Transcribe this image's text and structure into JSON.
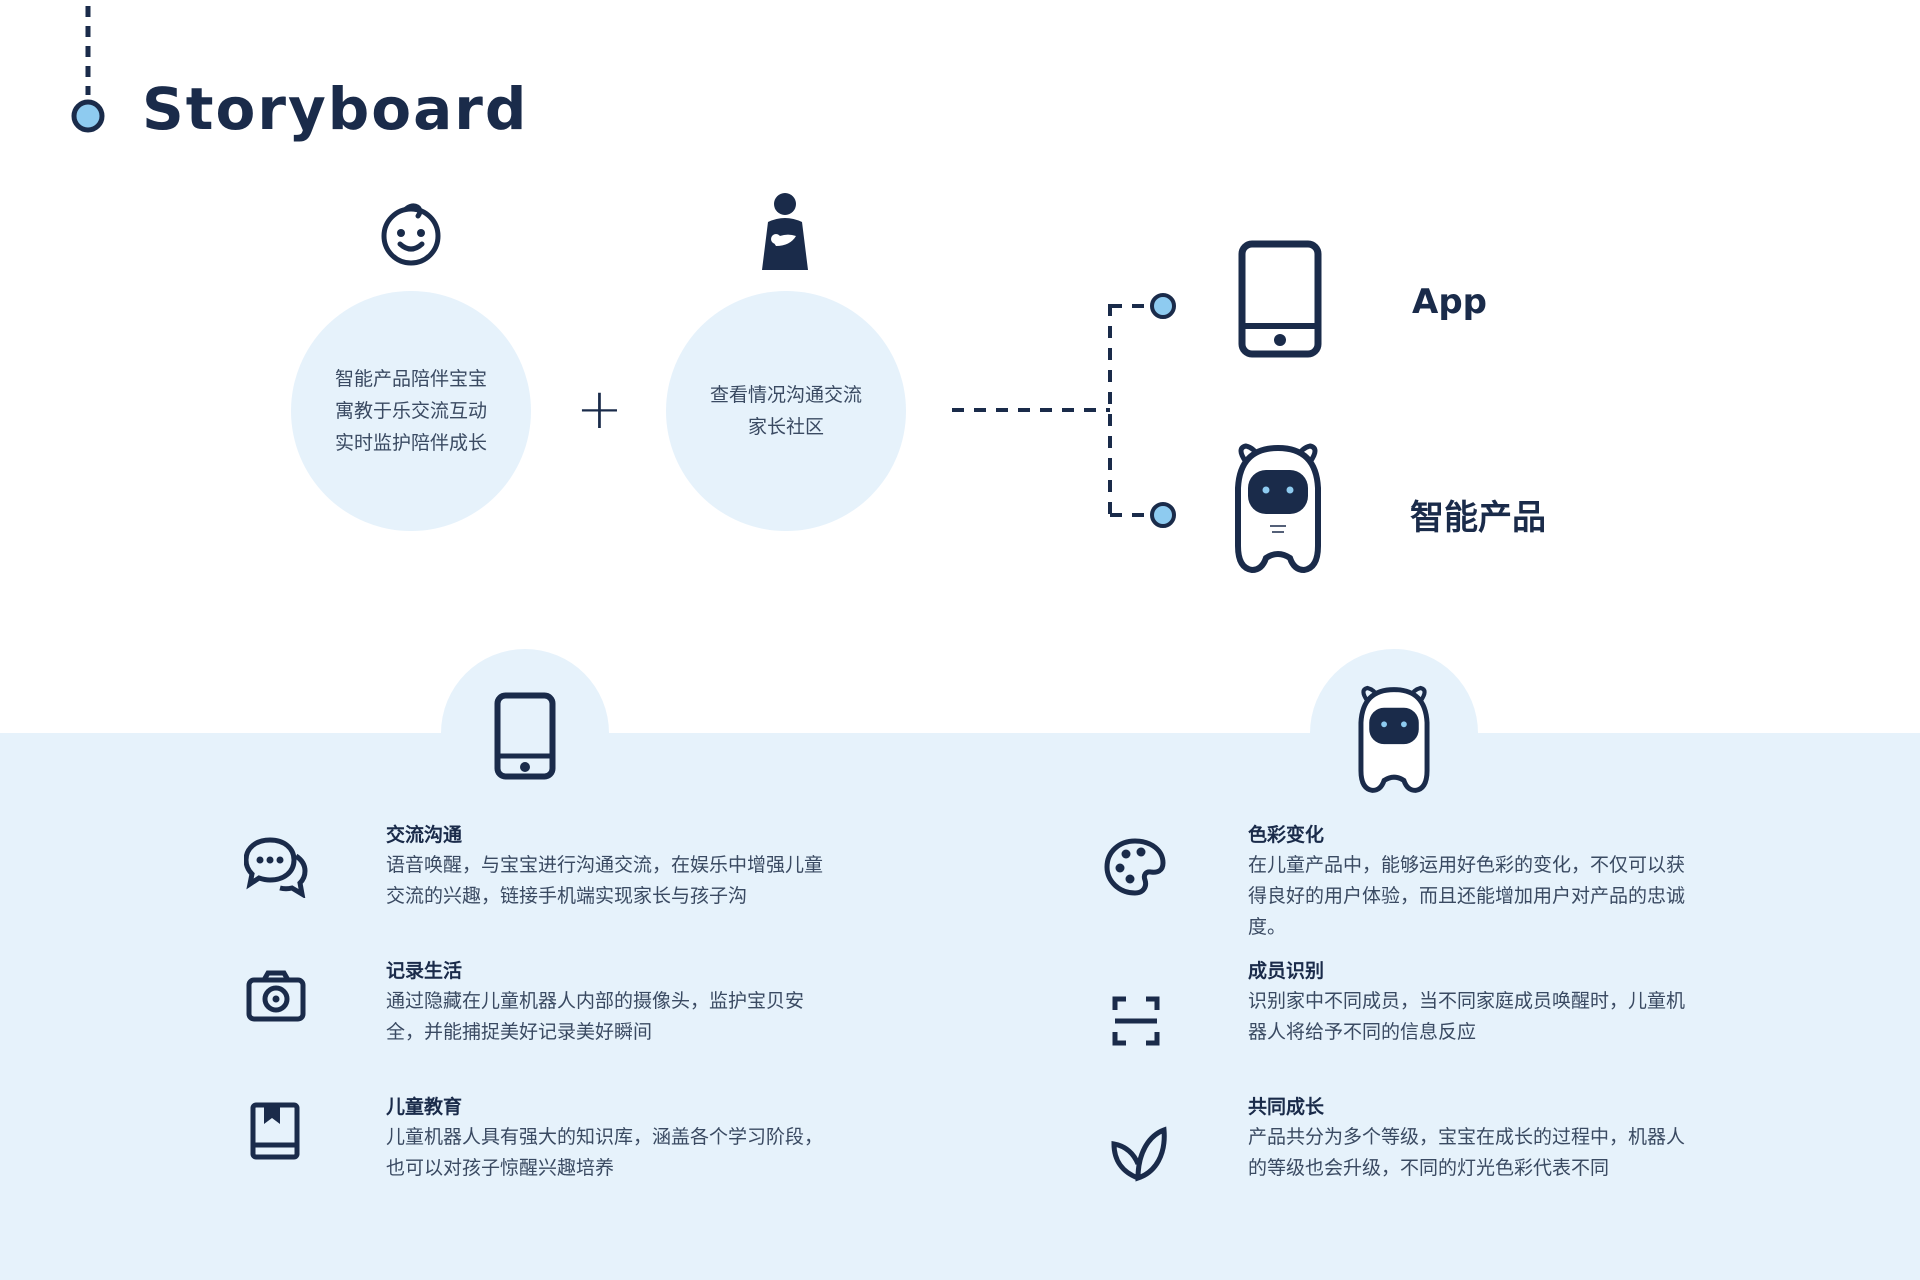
{
  "header": {
    "title": "Storyboard"
  },
  "circles": [
    {
      "icon": "baby-face-icon",
      "text": "智能产品陪伴宝宝\n寓教于乐交流互动\n实时监护陪伴成长"
    },
    {
      "icon": "parent-icon",
      "text": "查看情况沟通交流\n家长社区"
    }
  ],
  "plus": "+",
  "outputs": [
    {
      "icon": "smartphone-icon",
      "label": "App"
    },
    {
      "icon": "robot-icon",
      "label": "智能产品"
    }
  ],
  "features_left": [
    {
      "icon": "chat-bubbles-icon",
      "title": "交流沟通",
      "desc": "语音唤醒，与宝宝进行沟通交流，在娱乐中增强儿童交流的兴趣，链接手机端实现家长与孩子沟"
    },
    {
      "icon": "camera-icon",
      "title": "记录生活",
      "desc": "通过隐藏在儿童机器人内部的摄像头，监护宝贝安全，并能捕捉美好记录美好瞬间"
    },
    {
      "icon": "book-icon",
      "title": "儿童教育",
      "desc": "儿童机器人具有强大的知识库，涵盖各个学习阶段，也可以对孩子惊醒兴趣培养"
    }
  ],
  "features_right": [
    {
      "icon": "palette-icon",
      "title": "色彩变化",
      "desc": "在儿童产品中，能够运用好色彩的变化，不仅可以获得良好的用户体验，而且还能增加用户对产品的忠诚度。"
    },
    {
      "icon": "scan-frame-icon",
      "title": "成员识别",
      "desc": "识别家中不同成员，当不同家庭成员唤醒时，儿童机器人将给予不同的信息反应"
    },
    {
      "icon": "leaf-icon",
      "title": "共同成长",
      "desc": "产品共分为多个等级，宝宝在成长的过程中，机器人的等级也会升级，不同的灯光色彩代表不同"
    }
  ],
  "colors": {
    "navy": "#1a2b4a",
    "light_blue": "#e6f2fb",
    "dot_blue": "#8ecbf0"
  }
}
